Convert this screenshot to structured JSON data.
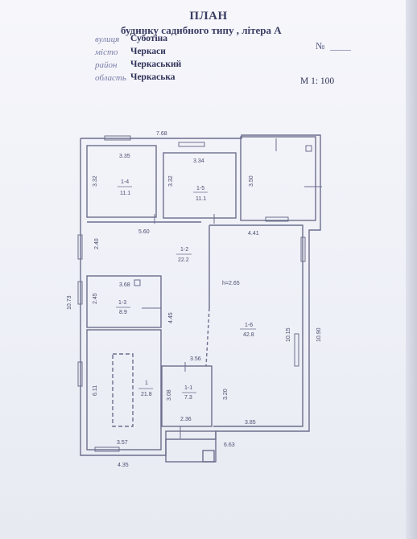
{
  "header": {
    "title": "ПЛАН",
    "subtitle": "будинку садибного типу  , літера  А",
    "fields": [
      {
        "label": "вулиця",
        "value": "Суботіна"
      },
      {
        "label": "місто",
        "value": "Черкаси"
      },
      {
        "label": "район",
        "value": "Черкаський"
      },
      {
        "label": "область",
        "value": "Черкаська"
      }
    ],
    "number_label": "№",
    "scale": "М 1: 100"
  },
  "plan": {
    "dims": {
      "top": "7.68",
      "left": "10.73",
      "right": "10.90",
      "bottom": "4.35",
      "porch": "6.63",
      "annex_bottom": "4.41"
    },
    "rooms": [
      {
        "id": "1-4",
        "area": "11.1",
        "w": "3.35",
        "h": "3.32"
      },
      {
        "id": "1-5",
        "area": "11.1",
        "w": "3.34",
        "h": "3.32"
      },
      {
        "id": "1-2",
        "area": "22.2",
        "w": "5.60",
        "h": "2.40"
      },
      {
        "id": "1-3",
        "area": "8.9",
        "w": "3.68",
        "h": "2.45"
      },
      {
        "id": "1-6",
        "area": "42.8",
        "w": "3.85",
        "h": "10.15",
        "height_note": "h=2.65"
      },
      {
        "id": "1",
        "area": "21.8",
        "w": "3.57",
        "h": "6.11"
      },
      {
        "id": "1-1",
        "area": "7.3",
        "w": "2.36",
        "h": "3.08"
      }
    ],
    "extra_dims": [
      "3.50",
      "4.45",
      "3.56",
      "3.20"
    ]
  }
}
